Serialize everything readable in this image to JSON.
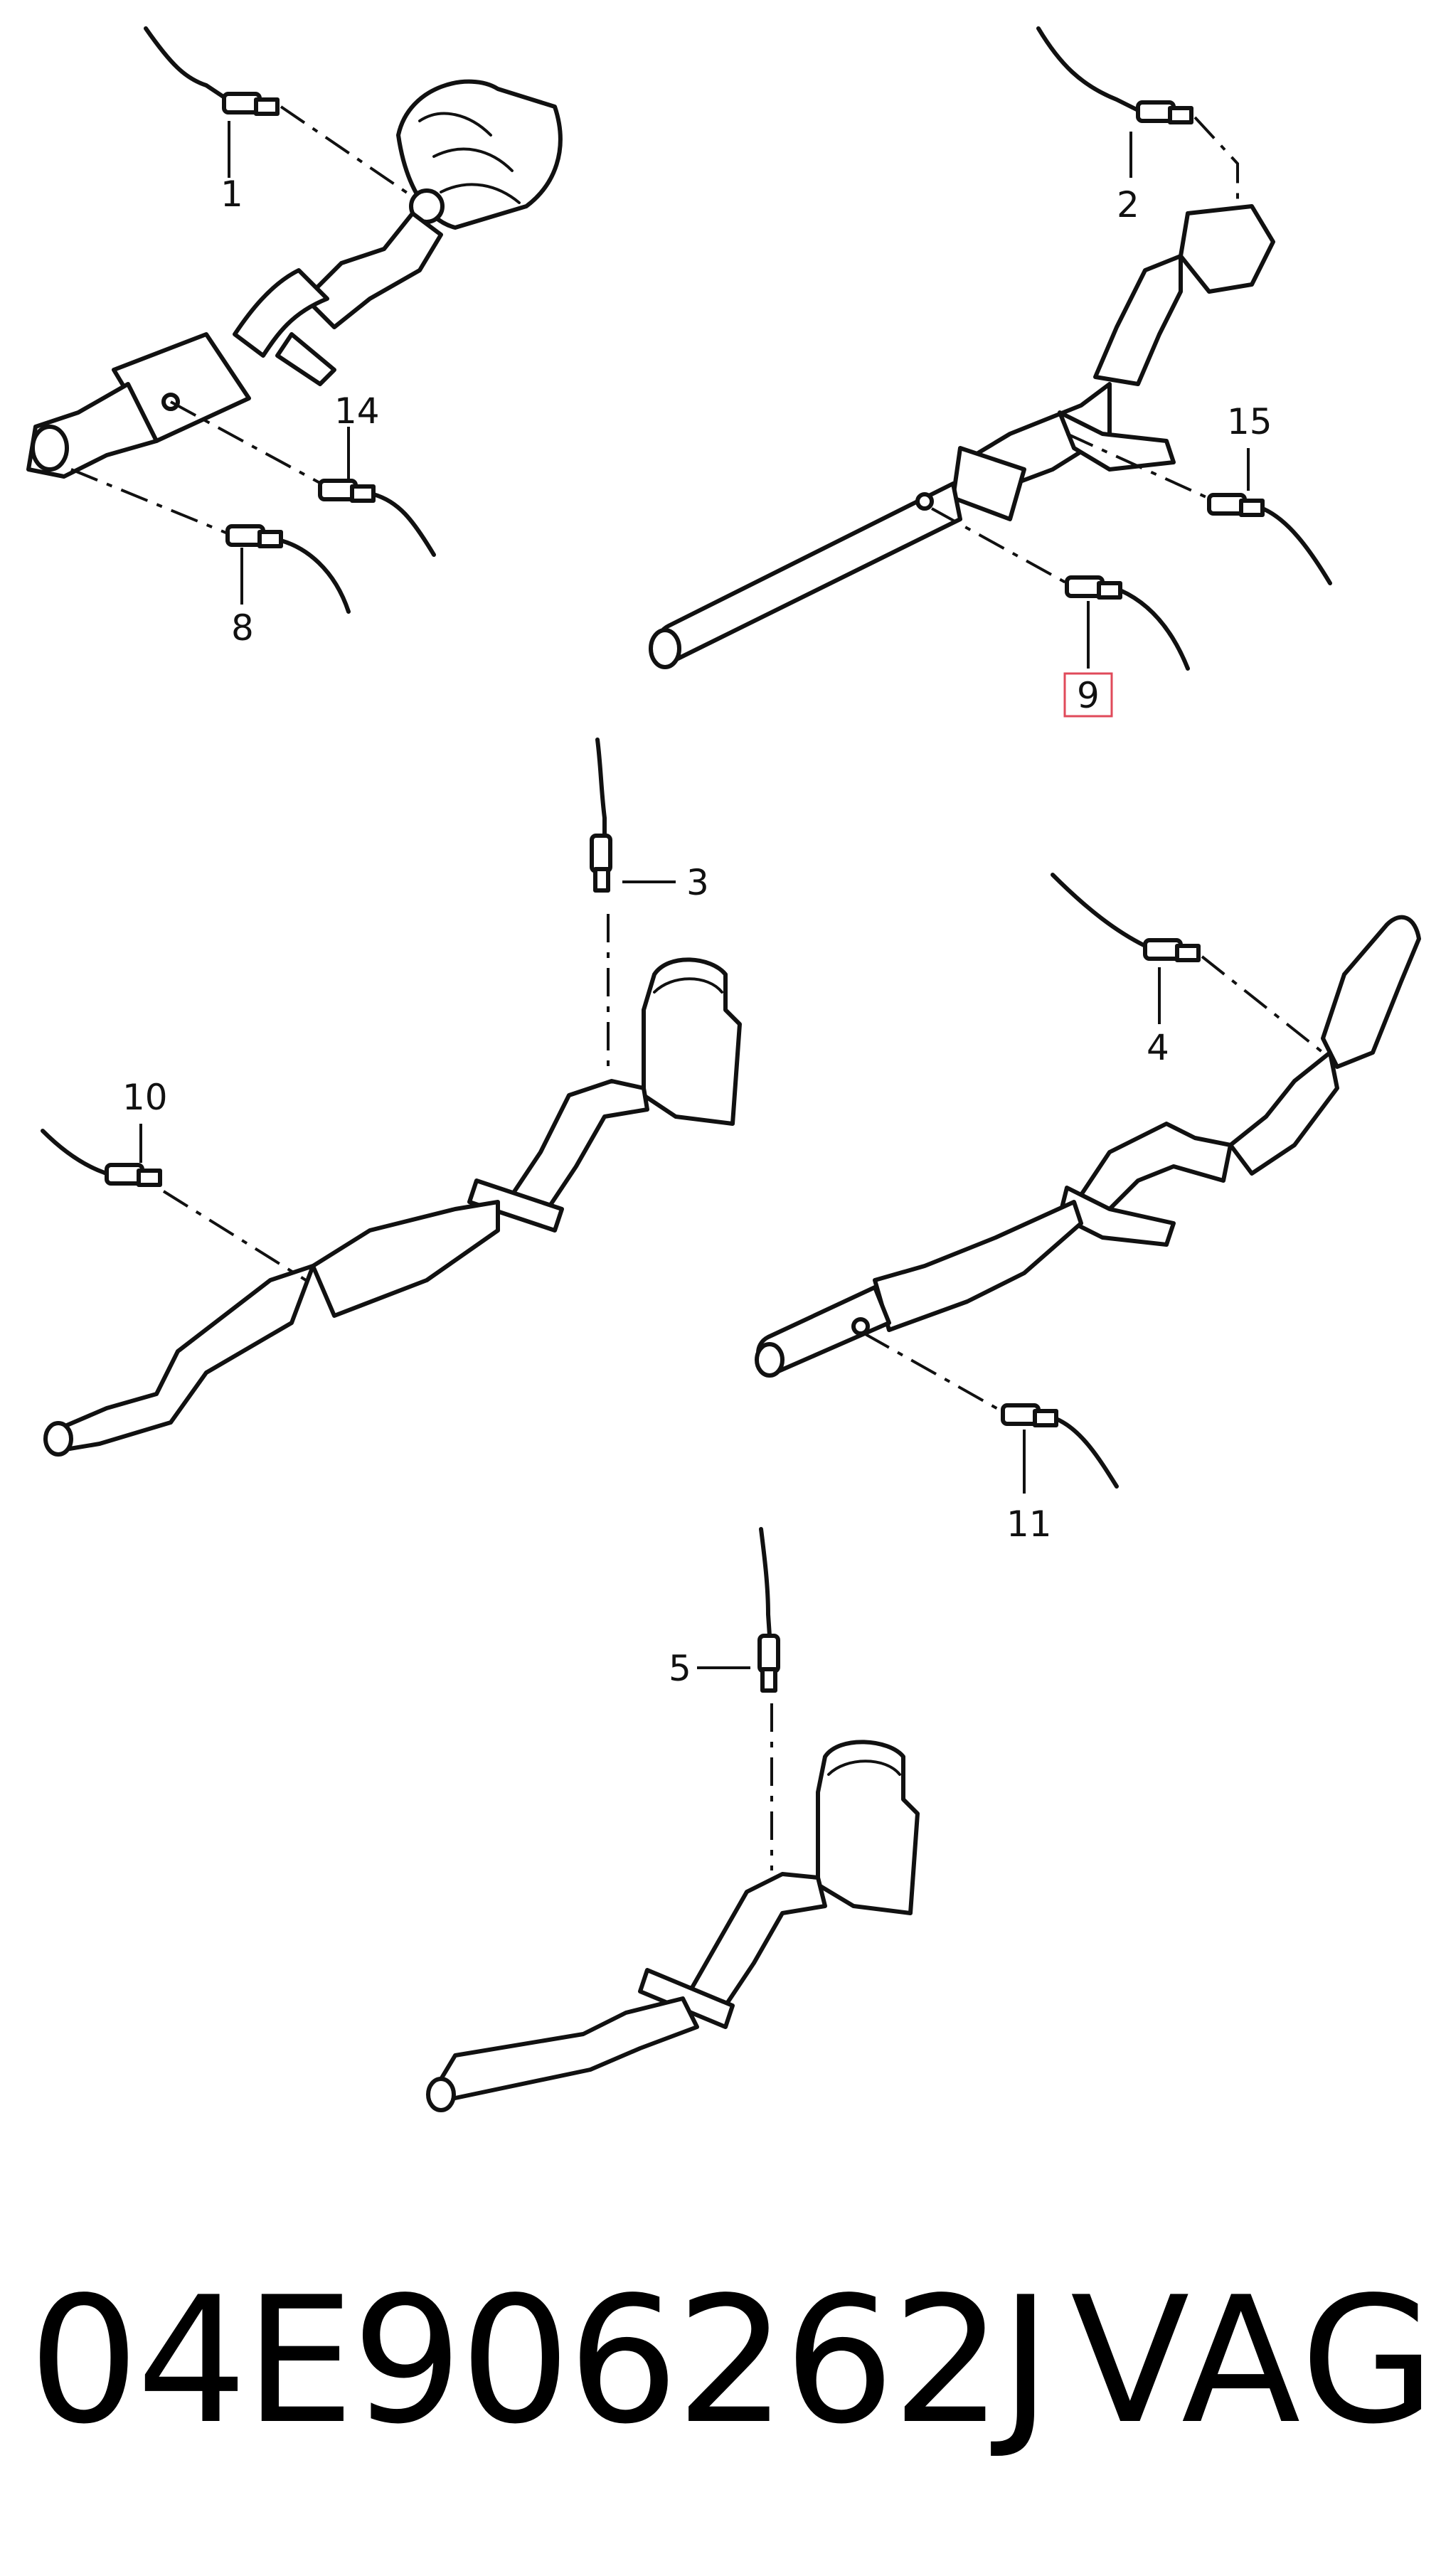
{
  "callouts": {
    "c1": "1",
    "c2": "2",
    "c3": "3",
    "c4": "4",
    "c5": "5",
    "c8": "8",
    "c9": "9",
    "c10": "10",
    "c11": "11",
    "c14": "14",
    "c15": "15"
  },
  "highlighted_callout": "9",
  "highlight_color": "#e04a5a",
  "footer": {
    "part_number": "04E906262J",
    "brand": "VAG"
  }
}
